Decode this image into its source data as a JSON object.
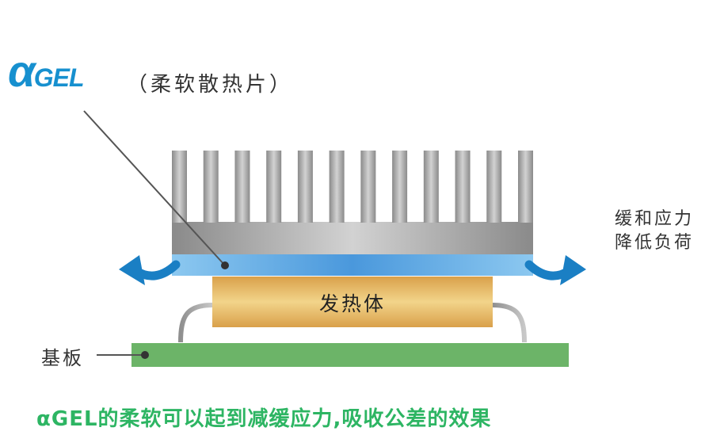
{
  "logo": {
    "alpha": "α",
    "word": "GEL"
  },
  "labels": {
    "gel_sheet": "（柔软散热片）",
    "heat_source": "发热体",
    "substrate": "基板",
    "stress_line1": "缓和应力",
    "stress_line2": "降低负荷"
  },
  "caption": "αGEL的柔软可以起到减缓应力,吸收公差的效果",
  "colors": {
    "brand_blue": "#1790cf",
    "caption_green": "#2db563",
    "heatsink_gray": "#9a9a9a",
    "gel_blue": "#5aaee8",
    "heat_source_gold": "#e9bf6a",
    "board_green": "#6cb468",
    "arrow_blue": "#1a7fc4"
  }
}
